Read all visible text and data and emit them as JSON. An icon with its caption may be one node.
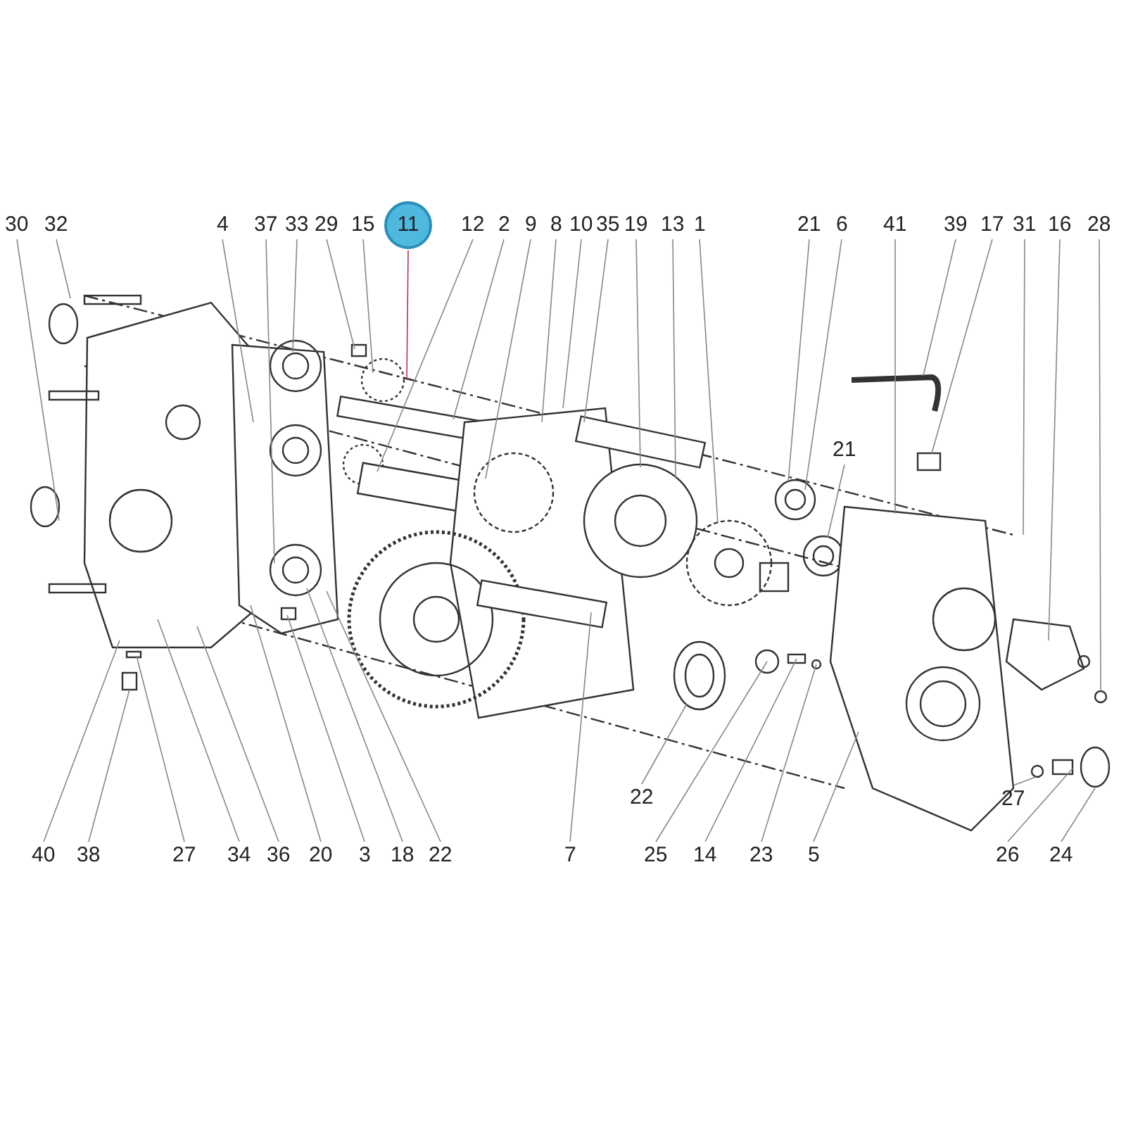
{
  "diagram": {
    "nodes": [
      {
        "text": [
          "30"
        ]
      },
      {
        "text": [
          "32"
        ]
      },
      {
        "text": [
          "4"
        ]
      },
      {
        "text": [
          "37"
        ]
      },
      {
        "text": [
          "33"
        ]
      },
      {
        "text": [
          "29"
        ]
      },
      {
        "text": [
          "15"
        ]
      },
      {
        "text": [
          "11"
        ]
      },
      {
        "text": [
          "12"
        ]
      },
      {
        "text": [
          "2"
        ]
      },
      {
        "text": [
          "9"
        ]
      },
      {
        "text": [
          "8"
        ]
      },
      {
        "text": [
          "10"
        ]
      },
      {
        "text": [
          "35"
        ]
      },
      {
        "text": [
          "19"
        ]
      },
      {
        "text": [
          "13"
        ]
      },
      {
        "text": [
          "1"
        ]
      },
      {
        "text": [
          "21"
        ]
      },
      {
        "text": [
          "6"
        ]
      },
      {
        "text": [
          "41"
        ]
      },
      {
        "text": [
          "39"
        ]
      },
      {
        "text": [
          "17"
        ]
      },
      {
        "text": [
          "31"
        ]
      },
      {
        "text": [
          "16"
        ]
      },
      {
        "text": [
          "28"
        ]
      },
      {
        "text": [
          "21"
        ]
      },
      {
        "text": [
          "22"
        ]
      },
      {
        "text": [
          "27"
        ]
      },
      {
        "text": [
          "40"
        ]
      },
      {
        "text": [
          "38"
        ]
      },
      {
        "text": [
          "27"
        ]
      },
      {
        "text": [
          "34"
        ]
      },
      {
        "text": [
          "36"
        ]
      },
      {
        "text": [
          "20"
        ]
      },
      {
        "text": [
          "3"
        ]
      },
      {
        "text": [
          "18"
        ]
      },
      {
        "text": [
          "22"
        ]
      },
      {
        "text": [
          "7"
        ]
      },
      {
        "text": [
          "25"
        ]
      },
      {
        "text": [
          "14"
        ]
      },
      {
        "text": [
          "23"
        ]
      },
      {
        "text": [
          "5"
        ]
      },
      {
        "text": [
          "26"
        ]
      },
      {
        "text": [
          "24"
        ]
      }
    ],
    "edges": [
      {
        "from": 0,
        "to": null,
        "arrow": "none"
      },
      {
        "from": 1,
        "to": null,
        "arrow": "none"
      },
      {
        "from": 2,
        "to": null,
        "arrow": "none"
      },
      {
        "from": 3,
        "to": null,
        "arrow": "none"
      },
      {
        "from": 4,
        "to": null,
        "arrow": "none"
      },
      {
        "from": 5,
        "to": null,
        "arrow": "none"
      },
      {
        "from": 6,
        "to": null,
        "arrow": "none"
      },
      {
        "from": 7,
        "to": null,
        "arrow": "none"
      },
      {
        "from": 8,
        "to": null,
        "arrow": "none"
      },
      {
        "from": 9,
        "to": null,
        "arrow": "none"
      },
      {
        "from": 10,
        "to": null,
        "arrow": "none"
      },
      {
        "from": 11,
        "to": null,
        "arrow": "none"
      },
      {
        "from": 12,
        "to": null,
        "arrow": "none"
      },
      {
        "from": 13,
        "to": null,
        "arrow": "none"
      },
      {
        "from": 14,
        "to": null,
        "arrow": "none"
      },
      {
        "from": 15,
        "to": null,
        "arrow": "none"
      },
      {
        "from": 16,
        "to": null,
        "arrow": "none"
      },
      {
        "from": 17,
        "to": null,
        "arrow": "none"
      },
      {
        "from": 18,
        "to": null,
        "arrow": "none"
      },
      {
        "from": 19,
        "to": null,
        "arrow": "none"
      },
      {
        "from": 20,
        "to": null,
        "arrow": "none"
      },
      {
        "from": 21,
        "to": null,
        "arrow": "none"
      },
      {
        "from": 22,
        "to": null,
        "arrow": "none"
      },
      {
        "from": 23,
        "to": null,
        "arrow": "none"
      },
      {
        "from": 24,
        "to": null,
        "arrow": "none"
      },
      {
        "from": 25,
        "to": null,
        "arrow": "none"
      },
      {
        "from": 26,
        "to": null,
        "arrow": "none"
      },
      {
        "from": 27,
        "to": null,
        "arrow": "none"
      },
      {
        "from": 28,
        "to": null,
        "arrow": "none"
      },
      {
        "from": 29,
        "to": null,
        "arrow": "none"
      },
      {
        "from": 30,
        "to": null,
        "arrow": "none"
      },
      {
        "from": 31,
        "to": null,
        "arrow": "none"
      },
      {
        "from": 32,
        "to": null,
        "arrow": "none"
      },
      {
        "from": 33,
        "to": null,
        "arrow": "none"
      },
      {
        "from": 34,
        "to": null,
        "arrow": "none"
      },
      {
        "from": 35,
        "to": null,
        "arrow": "none"
      },
      {
        "from": 36,
        "to": null,
        "arrow": "none"
      },
      {
        "from": 37,
        "to": null,
        "arrow": "none"
      },
      {
        "from": 38,
        "to": null,
        "arrow": "none"
      },
      {
        "from": 39,
        "to": null,
        "arrow": "none"
      },
      {
        "from": 40,
        "to": null,
        "arrow": "none"
      },
      {
        "from": 41,
        "to": null,
        "arrow": "none"
      },
      {
        "from": 42,
        "to": null,
        "arrow": "none"
      },
      {
        "from": 43,
        "to": null,
        "arrow": "none"
      }
    ]
  }
}
